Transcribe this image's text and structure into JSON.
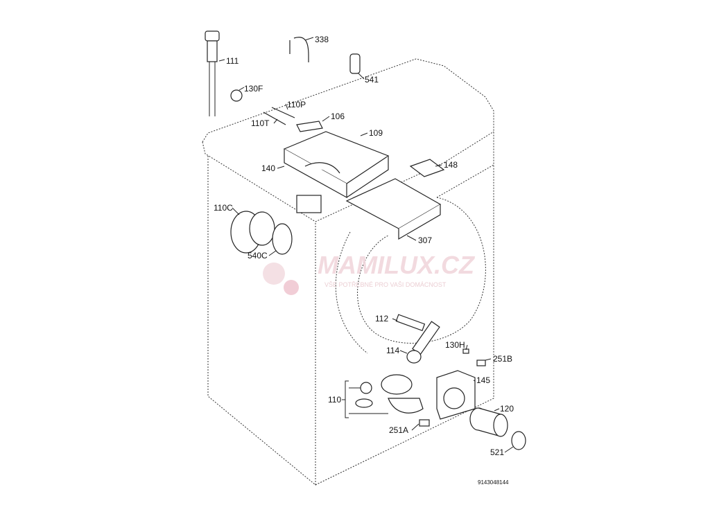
{
  "diagram": {
    "watermark": {
      "brand": "MAMILUX.CZ",
      "tagline": "VŠE POTŘEBNÉ PRO VAŠI DOMÁCNOST"
    },
    "parts": [
      {
        "id": "111"
      },
      {
        "id": "338"
      },
      {
        "id": "541"
      },
      {
        "id": "130F"
      },
      {
        "id": "110P"
      },
      {
        "id": "106"
      },
      {
        "id": "110T"
      },
      {
        "id": "109"
      },
      {
        "id": "140"
      },
      {
        "id": "148"
      },
      {
        "id": "110C"
      },
      {
        "id": "307"
      },
      {
        "id": "540C"
      },
      {
        "id": "112"
      },
      {
        "id": "114"
      },
      {
        "id": "130H"
      },
      {
        "id": "251B"
      },
      {
        "id": "145"
      },
      {
        "id": "110"
      },
      {
        "id": "120"
      },
      {
        "id": "251A"
      },
      {
        "id": "521"
      }
    ],
    "drawing_number": "9143048144"
  }
}
